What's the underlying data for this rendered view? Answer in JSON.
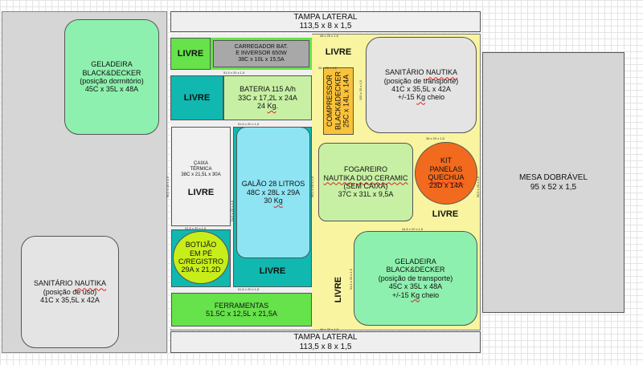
{
  "tampa_top": {
    "title": "TAMPA LATERAL",
    "dims": "113,5 x 8 x 1,5"
  },
  "tampa_bottom": {
    "title": "TAMPA LATERAL",
    "dims": "113,5 x 8 x 1,5"
  },
  "mesa": {
    "title": "MESA DOBRÁVEL",
    "dims": "95 x 52 x 1,5"
  },
  "geladeira_dormitorio": {
    "line1": "GELADEIRA",
    "line2": "BLACK&DECKER",
    "line3": "(posição dormitório)",
    "line4": "45C x 35L x 48A"
  },
  "sanitario_uso": {
    "line1a": "SANITÁRIO",
    "line1b": "NAUTIKA",
    "line2": "(posição de uso)",
    "line3": "41C x 35,5L x 42A"
  },
  "livre": "LIVRE",
  "carregador": {
    "line1": "CARREGADOR BAT.",
    "line2": "E INVERSOR 650W",
    "line3": "38C x 10L x 15,5A"
  },
  "bateria": {
    "line1": "BATERIA 115 A/h",
    "line2": "33C x 17,2L x 24A",
    "line3a": "24",
    "line3b": "Kg",
    "line3c": "."
  },
  "caixa_termica": {
    "line1": "CAIXA",
    "line2": "TÉRMICA",
    "line3": "38C x 21,5L x 30A"
  },
  "galao": {
    "line1": "GALÃO 28 LITROS",
    "line2": "48C x 28L x 29A",
    "line3a": "30",
    "line3b": "Kg"
  },
  "botijao": {
    "line1": "BOTIJÃO",
    "line2": "EM PÉ",
    "line3": "C/REGISTRO",
    "line4": "29A x 21,2D"
  },
  "ferramentas": {
    "line1": "FERRAMENTAS",
    "line2": "51.5C x 12,5L x 21,5A"
  },
  "compressor": {
    "line1": "COMPRESSOR",
    "line2": "BLACK&DECKER",
    "line3": "25C x 14L x 14A"
  },
  "sanitario_transporte": {
    "line1a": "SANITÁRIO",
    "line1b": "NAUTIKA",
    "line2": "(posição de transporte)",
    "line3": "41C x 35,5L x 42A",
    "line4a": "+/-15",
    "line4b": "Kg",
    "line4c": "cheio"
  },
  "fogareiro": {
    "line1": "FOGAREIRO",
    "line2a": "NAUTIKA",
    "line2b": "DUO CERAMIC",
    "line3": "(SEM CAIXA)",
    "line4": "37C x 31L x 9,5A"
  },
  "kit": {
    "line1": "KIT",
    "line2": "PANELAS",
    "line3": "QUECHUA",
    "line4": "23D x 14A"
  },
  "geladeira_transporte": {
    "line1": "GELADEIRA",
    "line2": "BLACK&DECKER",
    "line3": "(posição de transporte)",
    "line4": "45C x 35L x 48A",
    "line5a": "+/-15",
    "line5b": "Kg",
    "line5c": "cheio"
  },
  "small_dims": {
    "d1": "51,5 x 20 x 1,5",
    "d2": "95,5 x 20 x 1,5",
    "d3": "51,5 x 20 x 1,5",
    "d4": "51,5 x 20 x 1,5",
    "d5": "31,5 x 20 x 1,5",
    "d6": "95,5 x 20 x 1,5",
    "d7": "95,5 x 20 x 1,5",
    "d8": "38 x 20 x 1,5",
    "d9": "26 x 20 x 1,5",
    "d10": "38 x 20 x 1,5",
    "d11": "100 x 20 x 1,5",
    "d12": "44,5 x 20 x 1,5",
    "d13": "51,5 x 20 x 1,5",
    "d14": "46 x 20 x 1,5",
    "d15": "31,5 x 20 x 1,5"
  },
  "colors": {
    "green": "#66e24a",
    "teal": "#10b8b0",
    "yellow": "#f8f4a0",
    "orange": "#f9c23a",
    "lightgreen": "#c8f0a4",
    "mint": "#8ef0ae",
    "gray": "#d6d6d6",
    "cyan": "#8ee4f2",
    "lime": "#c8ee1a",
    "kit": "#f26a1e",
    "sanitario": "#e4e4e4"
  }
}
